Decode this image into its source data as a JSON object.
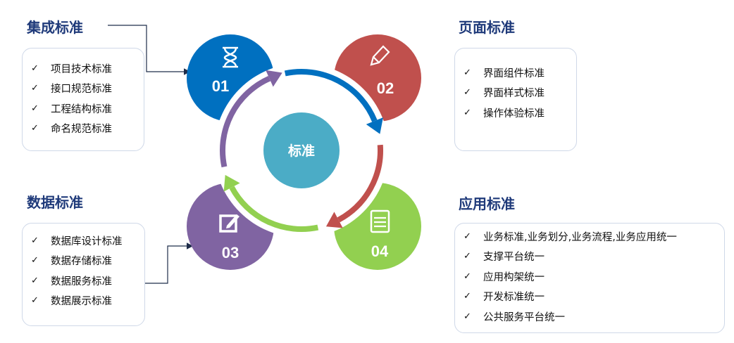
{
  "center_label": "标准",
  "colors": {
    "c1": "#0070c0",
    "c2": "#c0504d",
    "c3": "#8064a2",
    "c4": "#92d050",
    "center": "#4bacc6",
    "title": "#1f3a7a"
  },
  "nodes": [
    {
      "num": "01",
      "icon": "hourglass-icon"
    },
    {
      "num": "02",
      "icon": "pencil-icon"
    },
    {
      "num": "03",
      "icon": "edit-square-icon"
    },
    {
      "num": "04",
      "icon": "notepad-icon"
    }
  ],
  "sections": [
    {
      "title": "集成标准",
      "items": [
        "项目技术标准",
        "接口规范标准",
        "工程结构标准",
        "命名规范标准"
      ]
    },
    {
      "title": "页面标准",
      "items": [
        "界面组件标准",
        "界面样式标准",
        "操作体验标准"
      ]
    },
    {
      "title": "数据标准",
      "items": [
        "数据库设计标准",
        "数据存储标准",
        "数据服务标准",
        "数据展示标准"
      ]
    },
    {
      "title": "应用标准",
      "items": [
        "业务标准,业务划分,业务流程,业务应用统一",
        "支撑平台统一",
        "应用构架统一",
        "开发标准统一",
        "公共服务平台统一"
      ]
    }
  ],
  "check": "✓"
}
